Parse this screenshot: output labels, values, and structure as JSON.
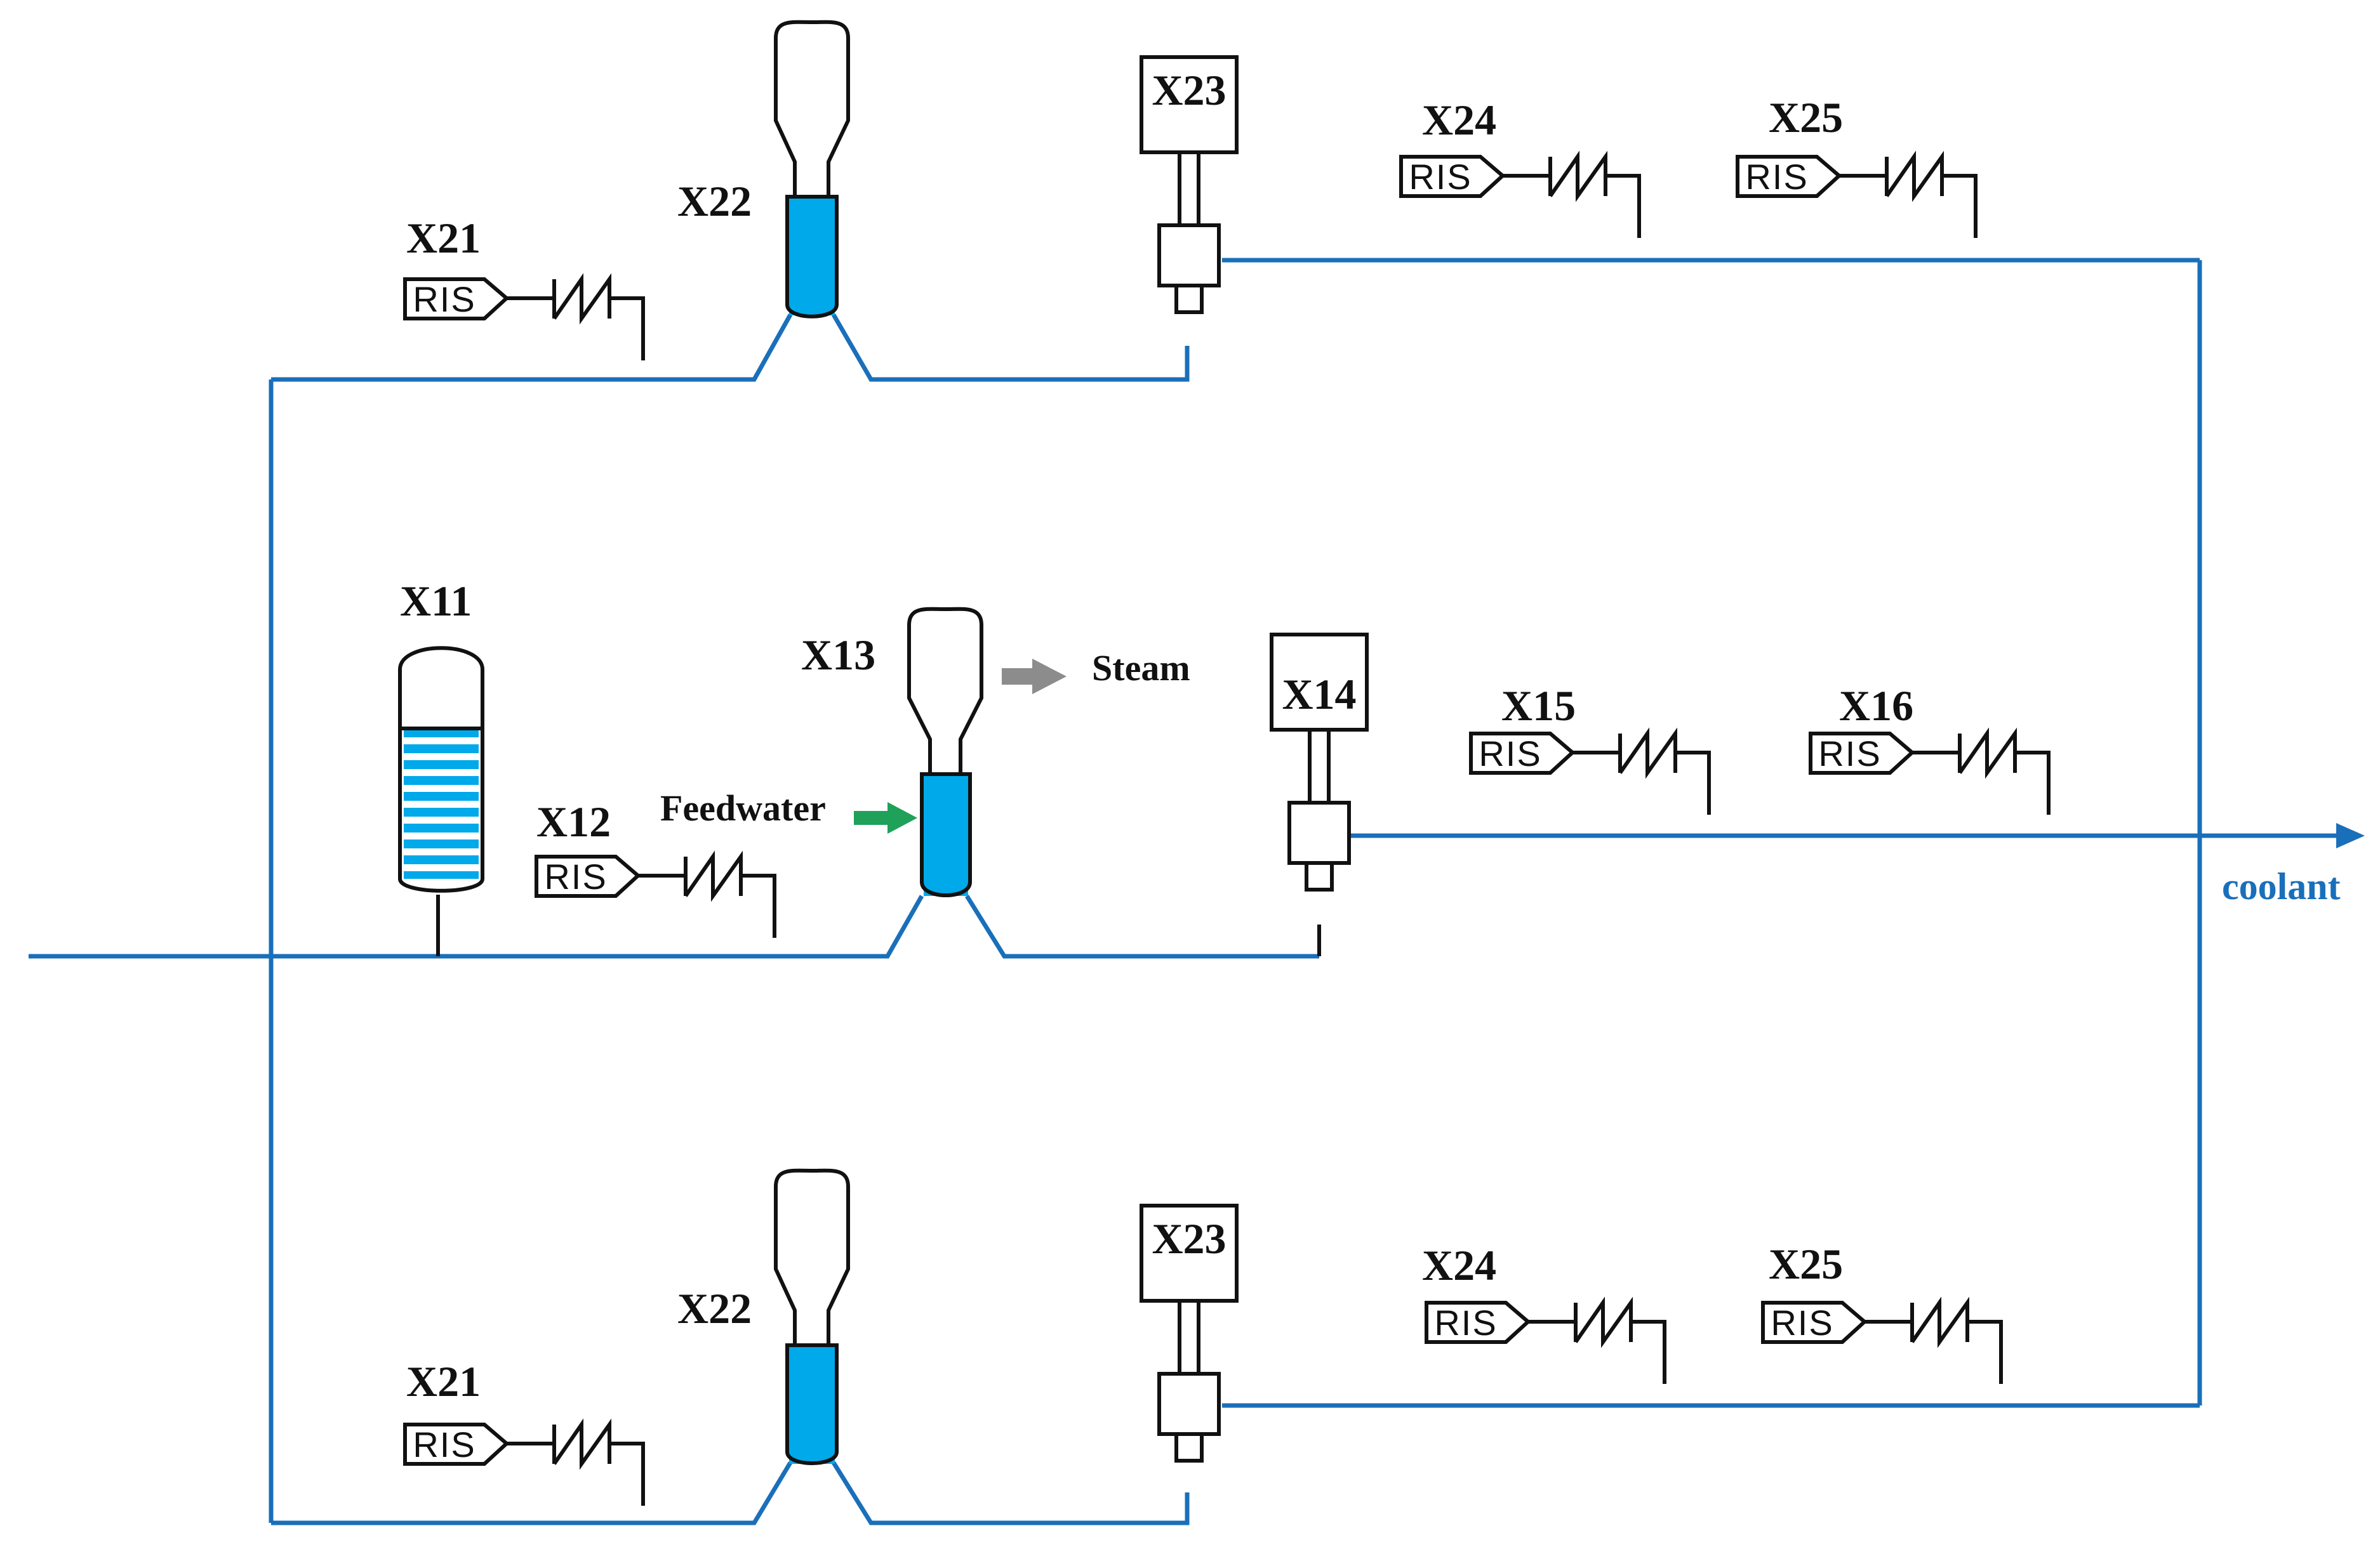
{
  "labels": {
    "X11": "X11",
    "X12": "X12",
    "X13": "X13",
    "X14": "X14",
    "X15": "X15",
    "X16": "X16",
    "X21": "X21",
    "X22": "X22",
    "X23": "X23",
    "X24": "X24",
    "X25": "X25"
  },
  "ris_text": "RIS",
  "steam": "Steam",
  "feedwater": "Feedwater",
  "coolant": "coolant",
  "colors": {
    "pipe": "#1a6fba",
    "water": "#00a9e9",
    "feedwater_arrow": "#1fa15a",
    "steam_arrow": "#8c8c8c"
  }
}
